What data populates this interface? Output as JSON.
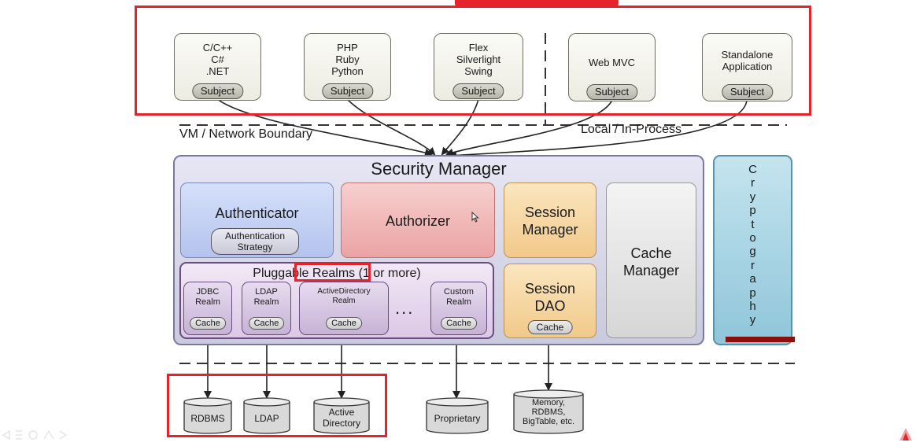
{
  "clients": [
    {
      "lines": [
        "C/C++",
        "C#",
        ".NET"
      ],
      "subject": "Subject"
    },
    {
      "lines": [
        "PHP",
        "Ruby",
        "Python"
      ],
      "subject": "Subject"
    },
    {
      "lines": [
        "Flex",
        "Silverlight",
        "Swing"
      ],
      "subject": "Subject"
    },
    {
      "lines": [
        "Web MVC"
      ],
      "subject": "Subject"
    },
    {
      "lines": [
        "Standalone",
        "Application"
      ],
      "subject": "Subject"
    }
  ],
  "boundaries": {
    "vm": "VM / Network Boundary",
    "local": "Local / In-Process"
  },
  "security_manager": {
    "title": "Security Manager",
    "authenticator": {
      "label": "Authenticator",
      "strategy": "Authentication Strategy"
    },
    "authorizer": "Authorizer",
    "session_manager": "Session Manager",
    "cache_manager": "Cache Manager",
    "session_dao": {
      "label": "Session DAO",
      "cache": "Cache"
    },
    "realms": {
      "title_prefix": "Pluggable ",
      "title_highlight": "Realms",
      "title_suffix": " (1 or more)",
      "items": [
        {
          "label": "JDBC Realm",
          "cache": "Cache"
        },
        {
          "label": "LDAP Realm",
          "cache": "Cache"
        },
        {
          "label": "ActiveDirectory Realm",
          "cache": "Cache"
        },
        {
          "label": "Custom Realm",
          "cache": "Cache"
        }
      ],
      "ellipsis": "..."
    }
  },
  "cryptography": {
    "letters": [
      "C",
      "r",
      "y",
      "p",
      "t",
      "o",
      "g",
      "r",
      "a",
      "p",
      "h",
      "y"
    ]
  },
  "datastores": [
    {
      "label": "RDBMS"
    },
    {
      "label": "LDAP"
    },
    {
      "label": "Active Directory"
    },
    {
      "label": "Proprietary"
    },
    {
      "label": "Memory, RDBMS, BigTable, etc."
    }
  ],
  "colors": {
    "highlight": "#e5232c",
    "dark_red": "#8c0e0e",
    "security_manager_bg": "#dcdcee",
    "crypto_bg": "#a9d6e6",
    "authenticator_bg": "#c6d3f3",
    "authorizer_bg": "#f2b7b7",
    "session_bg": "#f7d9a7",
    "realms_bg": "#e9dcef"
  }
}
